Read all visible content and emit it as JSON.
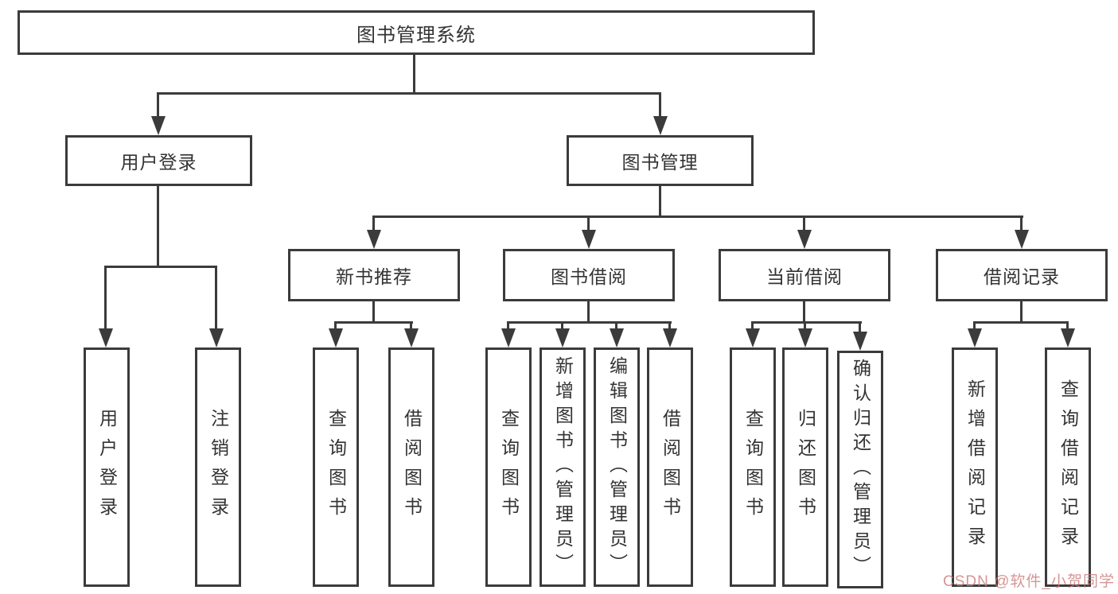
{
  "colors": {
    "line": "#3b3b3b",
    "text": "#333333",
    "background": "#ffffff",
    "watermark": "#cc7a7a"
  },
  "watermark": {
    "text": "CSDN @软件_小贺同学"
  },
  "diagram": {
    "type": "hierarchy-tree",
    "root": {
      "label": "图书管理系统",
      "children": [
        {
          "label": "用户登录",
          "children": [
            {
              "label": "用户登录"
            },
            {
              "label": "注销登录"
            }
          ]
        },
        {
          "label": "图书管理",
          "children": [
            {
              "label": "新书推荐",
              "children": [
                {
                  "label": "查询图书"
                },
                {
                  "label": "借阅图书"
                }
              ]
            },
            {
              "label": "图书借阅",
              "children": [
                {
                  "label": "查询图书"
                },
                {
                  "label": "新增图书（管理员）"
                },
                {
                  "label": "编辑图书（管理员）"
                },
                {
                  "label": "借阅图书"
                }
              ]
            },
            {
              "label": "当前借阅",
              "children": [
                {
                  "label": "查询图书"
                },
                {
                  "label": "归还图书"
                },
                {
                  "label": "确认归还（管理员）"
                }
              ]
            },
            {
              "label": "借阅记录",
              "children": [
                {
                  "label": "新增借阅记录"
                },
                {
                  "label": "查询借阅记录"
                }
              ]
            }
          ]
        }
      ]
    }
  }
}
